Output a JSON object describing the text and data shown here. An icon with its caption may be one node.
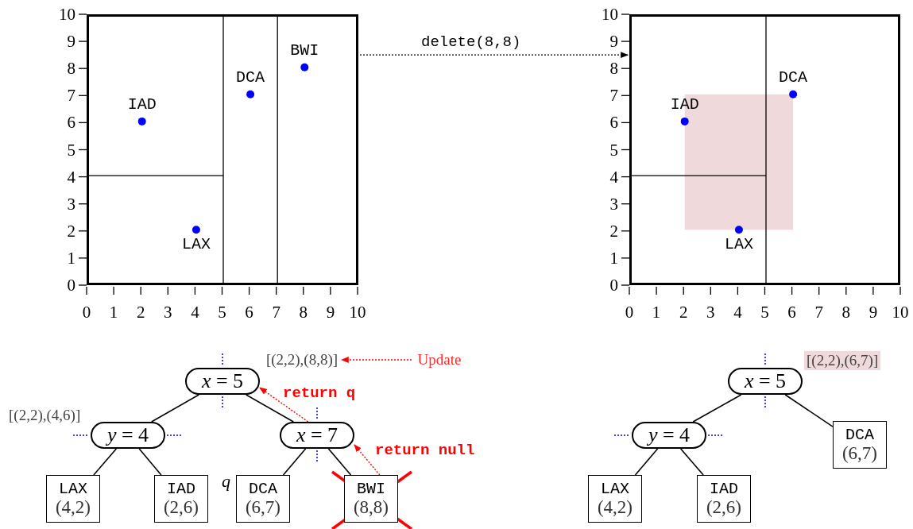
{
  "diagram": {
    "nodes": [
      {
        "text": [
          "BWI",
          "DCA",
          "IAD",
          "LAX"
        ]
      },
      {
        "text": [
          "DCA",
          "IAD",
          "LAX"
        ]
      },
      {
        "text": [
          "*x* = 5"
        ]
      },
      {
        "text": [
          "*y* = 4"
        ],
        "beside": [
          "[(2,2),(4,6)]"
        ]
      },
      {
        "text": [
          "*x* = 7"
        ]
      },
      {
        "text": [
          "LAX",
          "(4,2)"
        ]
      },
      {
        "text": [
          "IAD",
          "(2,6)"
        ]
      },
      {
        "text": [
          "DCA",
          "(6,7)"
        ],
        "beside": [
          "q"
        ]
      },
      {
        "text": [
          "BWI",
          "(8,8)"
        ]
      },
      {
        "text": [
          "[(2,2),(8,8)]"
        ]
      },
      {
        "text": [
          "Update"
        ]
      },
      {
        "text": [
          "*x* = 5"
        ],
        "beside": [
          "[(2,2),(6,7)]"
        ]
      },
      {
        "text": [
          "*y* = 4"
        ]
      },
      {
        "text": [
          "DCA",
          "(6,7)"
        ]
      },
      {
        "text": [
          "LAX",
          "(4,2)"
        ]
      },
      {
        "text": [
          "IAD",
          "(2,6)"
        ]
      }
    ],
    "edges": [
      {
        "from": 0,
        "to": 1,
        "arrow": "to",
        "style": "dashed",
        "label": "delete(8,8)"
      },
      {
        "from": 10,
        "to": 9,
        "arrow": "to",
        "style": "dashed",
        "color": "#ff0000"
      },
      {
        "from": 2,
        "to": 3,
        "arrow": "none"
      },
      {
        "from": 2,
        "to": 4,
        "arrow": "none"
      },
      {
        "from": 3,
        "to": 5,
        "arrow": "none"
      },
      {
        "from": 3,
        "to": 6,
        "arrow": "none"
      },
      {
        "from": 4,
        "to": 7,
        "arrow": "none"
      },
      {
        "from": 4,
        "to": 8,
        "arrow": "none"
      },
      {
        "from": 4,
        "to": 2,
        "arrow": "to",
        "style": "dashed",
        "color": "#ff0000",
        "label": "return q"
      },
      {
        "from": 8,
        "to": 4,
        "arrow": "to",
        "style": "dashed",
        "color": "#ff0000",
        "label": "return null"
      },
      {
        "from": 11,
        "to": 12,
        "arrow": "none"
      },
      {
        "from": 11,
        "to": 13,
        "arrow": "none"
      },
      {
        "from": 12,
        "to": 14,
        "arrow": "none"
      },
      {
        "from": 12,
        "to": 15,
        "arrow": "none"
      }
    ],
    "labels": [
      "10",
      "9",
      "8",
      "7",
      "6",
      "5",
      "4",
      "3",
      "2",
      "1",
      "0",
      "0",
      "1",
      "2",
      "3",
      "4",
      "5",
      "6",
      "7",
      "8",
      "9",
      "10",
      "10",
      "9",
      "8",
      "7",
      "6",
      "5",
      "4",
      "3",
      "2",
      "1",
      "0",
      "0",
      "1",
      "2",
      "3",
      "4",
      "5",
      "6",
      "7",
      "8",
      "9",
      "10"
    ]
  }
}
